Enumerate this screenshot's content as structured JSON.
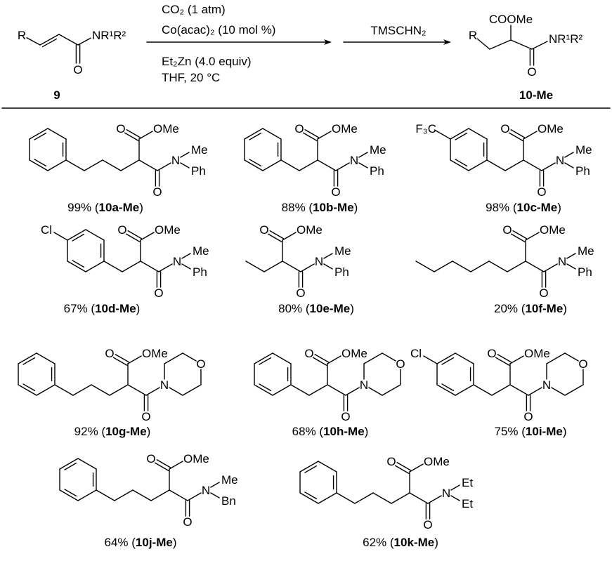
{
  "scheme": {
    "reactant": {
      "r_label": "R",
      "amide_label": "NR¹R²",
      "o_label": "O",
      "compound_number": "9"
    },
    "step1_above": [
      "CO₂ (1 atm)",
      "Co(acac)₂ (10 mol %)"
    ],
    "step1_below": [
      "Et₂Zn (4.0 equiv)",
      "THF, 20 °C"
    ],
    "step2_above": "TMSCHN₂",
    "product": {
      "r_label": "R",
      "ester_label": "COOMe",
      "amide_label": "NR¹R²",
      "o_label": "O",
      "compound_number": "10-Me"
    }
  },
  "atoms": {
    "carbonyl_o": "O",
    "ester": "OMe",
    "nitrogen": "N",
    "ring_o": "O"
  },
  "compounds": [
    {
      "id": "10a-Me",
      "yield": "99%",
      "chain_carbons": 3,
      "aryl": "phenyl",
      "para": null,
      "amine": "acyclic",
      "n_subs": [
        "Me",
        "Ph"
      ]
    },
    {
      "id": "10b-Me",
      "yield": "88%",
      "chain_carbons": 1,
      "aryl": "phenyl",
      "para": null,
      "amine": "acyclic",
      "n_subs": [
        "Me",
        "Ph"
      ]
    },
    {
      "id": "10c-Me",
      "yield": "98%",
      "chain_carbons": 1,
      "aryl": "phenyl",
      "para": "F₃C",
      "amine": "acyclic",
      "n_subs": [
        "Me",
        "Ph"
      ]
    },
    {
      "id": "10d-Me",
      "yield": "67%",
      "chain_carbons": 1,
      "aryl": "phenyl",
      "para": "Cl",
      "amine": "acyclic",
      "n_subs": [
        "Me",
        "Ph"
      ]
    },
    {
      "id": "10e-Me",
      "yield": "80%",
      "chain_carbons": 2,
      "aryl": null,
      "para": null,
      "amine": "acyclic",
      "n_subs": [
        "Me",
        "Ph"
      ]
    },
    {
      "id": "10f-Me",
      "yield": "20%",
      "chain_carbons": 6,
      "aryl": null,
      "para": null,
      "amine": "acyclic",
      "n_subs": [
        "Me",
        "Ph"
      ]
    },
    {
      "id": "10g-Me",
      "yield": "92%",
      "chain_carbons": 3,
      "aryl": "phenyl",
      "para": null,
      "amine": "morpholine",
      "n_subs": []
    },
    {
      "id": "10h-Me",
      "yield": "68%",
      "chain_carbons": 1,
      "aryl": "phenyl",
      "para": null,
      "amine": "morpholine",
      "n_subs": []
    },
    {
      "id": "10i-Me",
      "yield": "75%",
      "chain_carbons": 1,
      "aryl": "phenyl",
      "para": "Cl",
      "amine": "morpholine",
      "n_subs": []
    },
    {
      "id": "10j-Me",
      "yield": "64%",
      "chain_carbons": 3,
      "aryl": "phenyl",
      "para": null,
      "amine": "acyclic",
      "n_subs": [
        "Me",
        "Bn"
      ]
    },
    {
      "id": "10k-Me",
      "yield": "62%",
      "chain_carbons": 3,
      "aryl": "phenyl",
      "para": null,
      "amine": "acyclic",
      "n_subs": [
        "Et",
        "Et"
      ]
    }
  ]
}
